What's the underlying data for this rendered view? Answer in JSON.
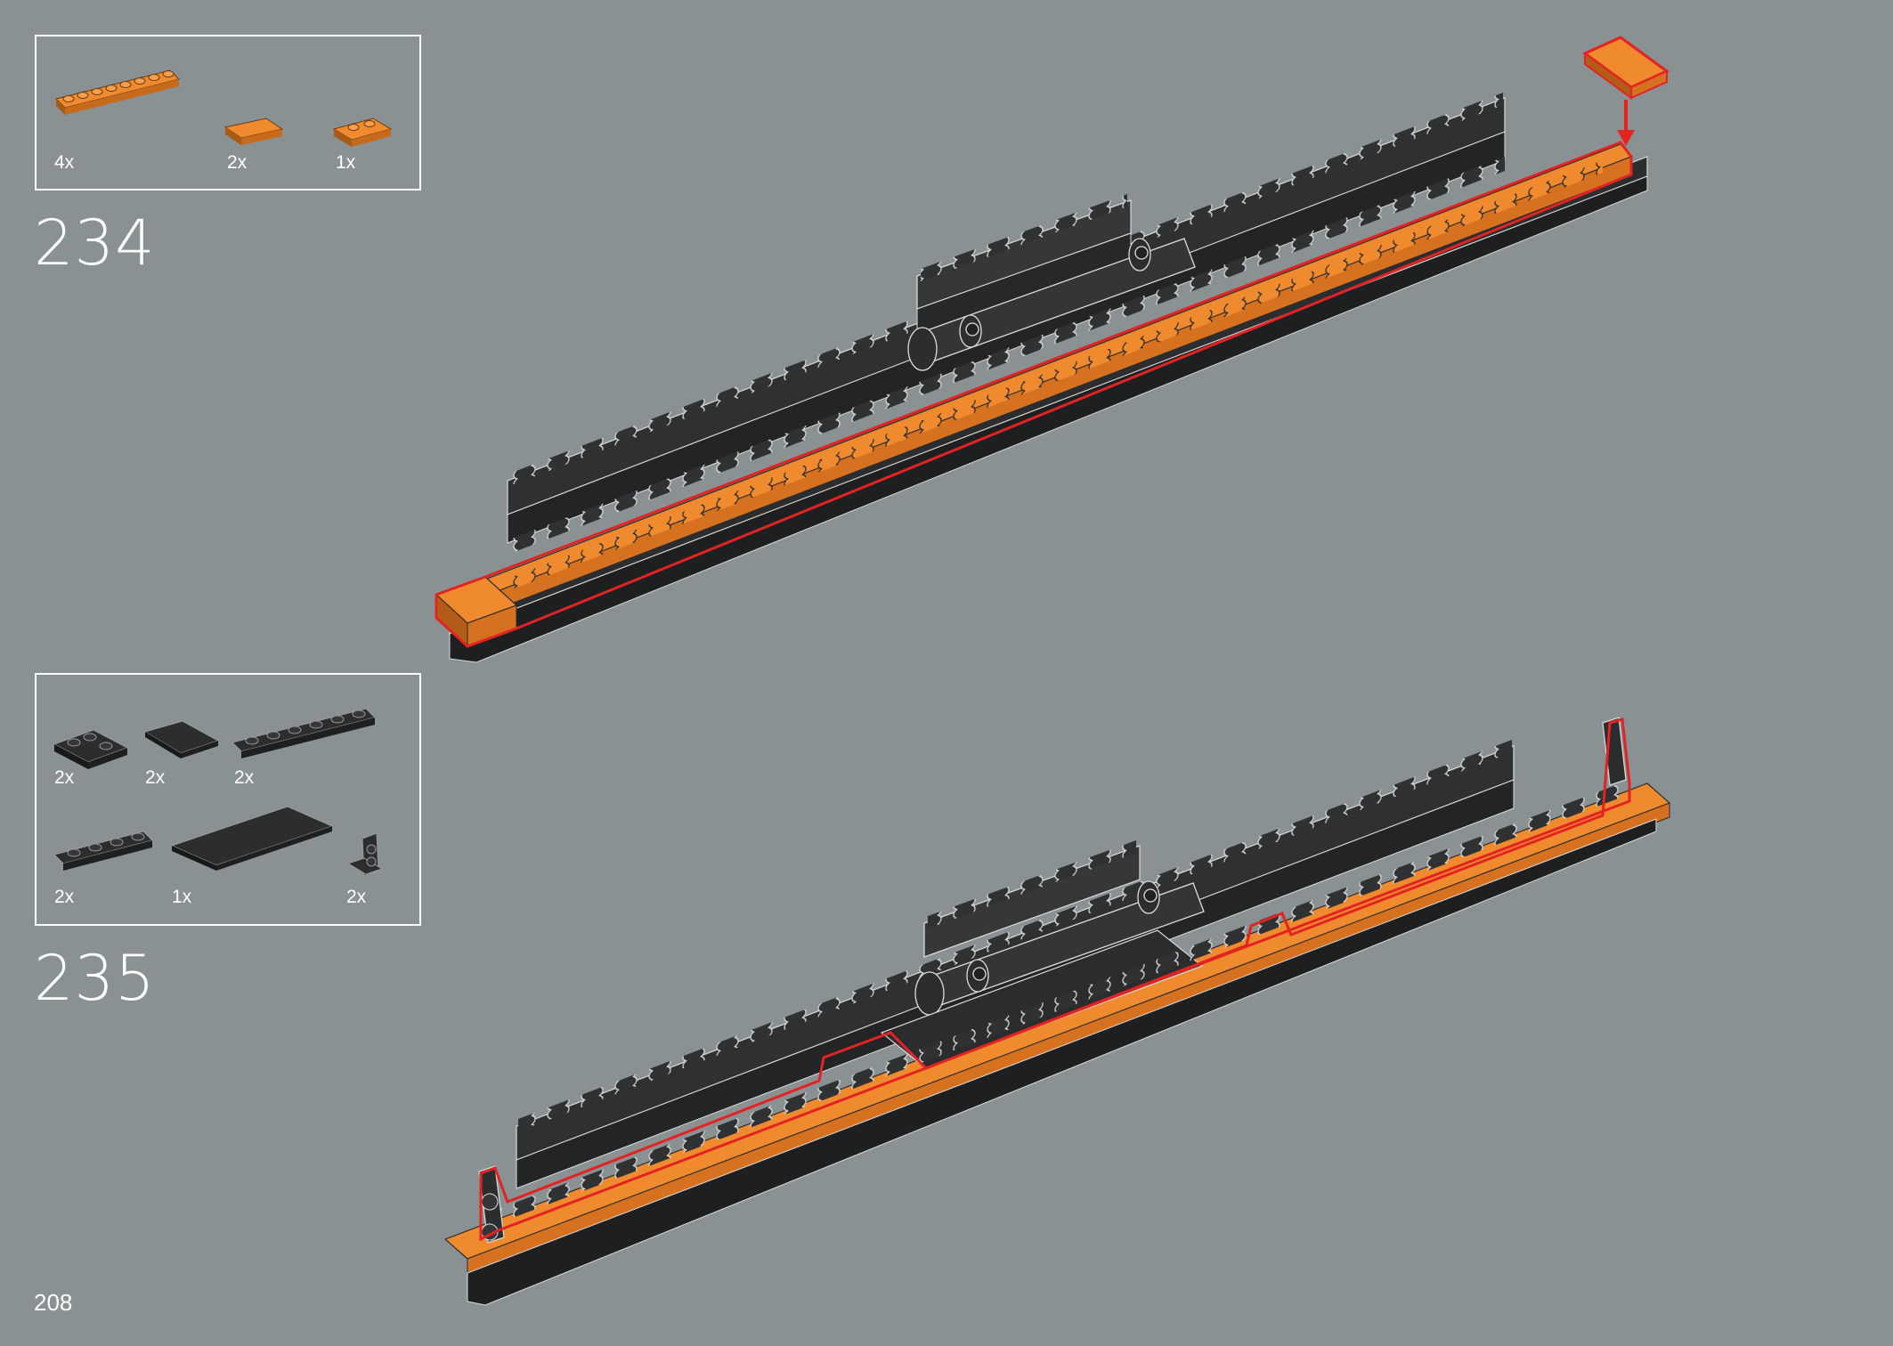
{
  "page_number": "208",
  "steps": [
    {
      "number": "234",
      "parts": [
        {
          "qty": "4x",
          "icon": "orange-1x8-rail-plate-icon",
          "color": "#f0882c"
        },
        {
          "qty": "2x",
          "icon": "orange-1x2-tile-icon",
          "color": "#f0882c"
        },
        {
          "qty": "1x",
          "icon": "orange-1x2-rail-plate-icon",
          "color": "#f0882c"
        }
      ]
    },
    {
      "number": "235",
      "parts": [
        {
          "qty": "2x",
          "icon": "black-corner-plate-icon",
          "color": "#2b2d2f"
        },
        {
          "qty": "2x",
          "icon": "black-2x2-tile-icon",
          "color": "#2b2d2f"
        },
        {
          "qty": "2x",
          "icon": "black-1x6-plate-icon",
          "color": "#2b2d2f"
        },
        {
          "qty": "2x",
          "icon": "black-1x4-plate-icon",
          "color": "#2b2d2f"
        },
        {
          "qty": "1x",
          "icon": "black-2x8-tile-icon",
          "color": "#2b2d2f"
        },
        {
          "qty": "2x",
          "icon": "black-1x2-bracket-icon",
          "color": "#2b2d2f"
        }
      ]
    }
  ],
  "colors": {
    "background": "#8a9193",
    "highlight": "#e32322",
    "orange": "#f0882c",
    "black": "#2b2d2f"
  }
}
